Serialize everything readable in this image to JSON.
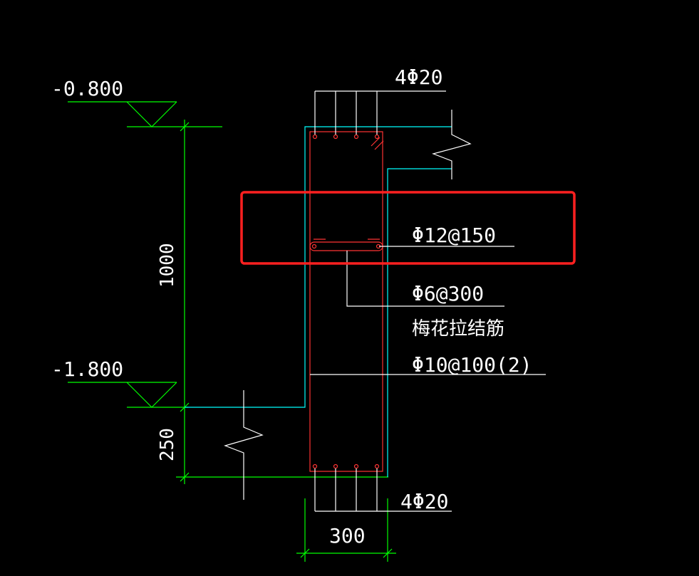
{
  "drawing": {
    "elevations": {
      "top": "-0.800",
      "bottom": "-1.800"
    },
    "dimensions": {
      "height": "1000",
      "footing": "250",
      "width": "300"
    },
    "rebar_labels": {
      "top_bars": "4Φ20",
      "bottom_bars": "4Φ20",
      "horizontal_bars": "Φ12@150",
      "tie_bars": "Φ6@300",
      "tie_note": "梅花拉结筋",
      "stirrups": "Φ10@100(2)"
    },
    "colors": {
      "background": "#000000",
      "dimension_lines": "#00ff00",
      "concrete_outline": "#00ffff",
      "rebar": "#ff3333",
      "leaders": "#ffffff",
      "highlight": "#ff2020"
    }
  }
}
